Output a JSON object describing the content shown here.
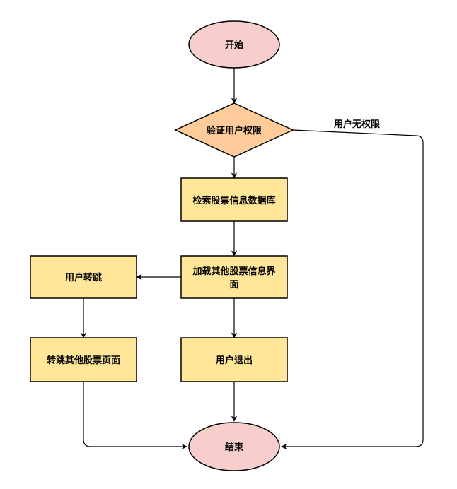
{
  "nodes": {
    "start": "开始",
    "verify": "验证用户权限",
    "search": "检索股票信息数据库",
    "load_line1": "加载其他股票信息界",
    "load_line2": "面",
    "jump": "用户转跳",
    "goto": "转跳其他股票页面",
    "exit": "用户退出",
    "end": "结束"
  },
  "edges": {
    "no_permission": "用户无权限"
  },
  "colors": {
    "terminal_fill": "#f8cecc",
    "decision_fill": "#ffcc99",
    "process_fill": "#ffe699",
    "stroke": "#000000"
  }
}
